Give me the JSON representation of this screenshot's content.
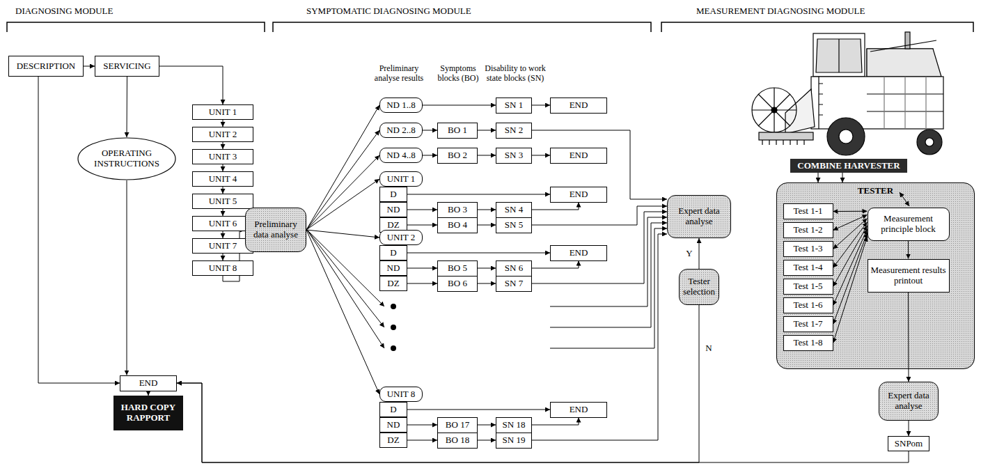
{
  "diagram": {
    "nodes": [
      {
        "text": [
          "DESCRIPTION"
        ]
      },
      {
        "text": [
          "SERVICING"
        ]
      },
      {
        "text": [
          "OPERATING INSTRUCTIONS"
        ]
      },
      {
        "text": [
          "UNIT 1"
        ]
      },
      {
        "text": [
          "UNIT 2"
        ]
      },
      {
        "text": [
          "UNIT 3"
        ]
      },
      {
        "text": [
          "UNIT 4"
        ]
      },
      {
        "text": [
          "UNIT 5"
        ]
      },
      {
        "text": [
          "UNIT 6"
        ]
      },
      {
        "text": [
          "UNIT 7"
        ]
      },
      {
        "text": [
          "UNIT 8"
        ]
      },
      {
        "text": [
          "END"
        ]
      },
      {
        "text": [
          "HARD COPY RAPPORT"
        ]
      },
      {
        "text": [
          "Preliminary data analyse"
        ]
      },
      {
        "text": [
          "ND 1..8"
        ]
      },
      {
        "text": [
          "ND 2..8"
        ]
      },
      {
        "text": [
          "ND 4..8"
        ]
      },
      {
        "text": [
          "UNIT 1"
        ]
      },
      {
        "text": [
          "D"
        ]
      },
      {
        "text": [
          "ND"
        ]
      },
      {
        "text": [
          "DZ"
        ]
      },
      {
        "text": [
          "UNIT 2"
        ]
      },
      {
        "text": [
          "D"
        ]
      },
      {
        "text": [
          "ND"
        ]
      },
      {
        "text": [
          "DZ"
        ]
      },
      {
        "text": [
          "UNIT 8"
        ]
      },
      {
        "text": [
          "D"
        ]
      },
      {
        "text": [
          "ND"
        ]
      },
      {
        "text": [
          "DZ"
        ]
      },
      {
        "text": [
          "BO 1"
        ]
      },
      {
        "text": [
          "BO 2"
        ]
      },
      {
        "text": [
          "BO 3"
        ]
      },
      {
        "text": [
          "BO 4"
        ]
      },
      {
        "text": [
          "BO 5"
        ]
      },
      {
        "text": [
          "BO 6"
        ]
      },
      {
        "text": [
          "BO 17"
        ]
      },
      {
        "text": [
          "BO 18"
        ]
      },
      {
        "text": [
          "SN 1"
        ]
      },
      {
        "text": [
          "SN 2"
        ]
      },
      {
        "text": [
          "SN 3"
        ]
      },
      {
        "text": [
          "SN 4"
        ]
      },
      {
        "text": [
          "SN 5"
        ]
      },
      {
        "text": [
          "SN 6"
        ]
      },
      {
        "text": [
          "SN 7"
        ]
      },
      {
        "text": [
          "SN 18"
        ]
      },
      {
        "text": [
          "SN 19"
        ]
      },
      {
        "text": [
          "END"
        ]
      },
      {
        "text": [
          "END"
        ]
      },
      {
        "text": [
          "END"
        ]
      },
      {
        "text": [
          "END"
        ]
      },
      {
        "text": [
          "END"
        ]
      },
      {
        "text": [
          "Expert data analyse"
        ]
      },
      {
        "text": [
          "Tester selection"
        ]
      },
      {
        "text": [
          "COMBINE HARVESTER"
        ]
      },
      {
        "text": [
          "TESTER"
        ]
      },
      {
        "text": [
          "Test 1-1"
        ],
        "in": 54
      },
      {
        "text": [
          "Test 1-2"
        ],
        "in": 54
      },
      {
        "text": [
          "Test 1-3"
        ],
        "in": 54
      },
      {
        "text": [
          "Test 1-4"
        ],
        "in": 54
      },
      {
        "text": [
          "Test 1-5"
        ],
        "in": 54
      },
      {
        "text": [
          "Test 1-6"
        ],
        "in": 54
      },
      {
        "text": [
          "Test 1-7"
        ],
        "in": 54
      },
      {
        "text": [
          "Test 1-8"
        ],
        "in": 54
      },
      {
        "text": [
          "Measurement principle block"
        ],
        "in": 54
      },
      {
        "text": [
          "Measurement results printout"
        ],
        "in": 54
      },
      {
        "text": [
          "Expert data analyse"
        ]
      },
      {
        "text": [
          "SNPom"
        ]
      }
    ],
    "edges": [
      {
        "from": 0,
        "to": 1,
        "arrow": "to"
      },
      {
        "from": 0,
        "to": 11,
        "arrow": "to"
      },
      {
        "from": 1,
        "to": 2,
        "arrow": "to"
      },
      {
        "from": 2,
        "to": 11,
        "arrow": "to"
      },
      {
        "from": 1,
        "to": 3,
        "arrow": "to"
      },
      {
        "from": 3,
        "to": 4,
        "arrow": "to"
      },
      {
        "from": 4,
        "to": 5,
        "arrow": "to"
      },
      {
        "from": 5,
        "to": 6,
        "arrow": "to"
      },
      {
        "from": 6,
        "to": 7,
        "arrow": "to"
      },
      {
        "from": 7,
        "to": 8,
        "arrow": "to"
      },
      {
        "from": 8,
        "to": 9,
        "arrow": "to"
      },
      {
        "from": 9,
        "to": 10,
        "arrow": "to"
      },
      {
        "from": 10,
        "to": 13,
        "arrow": "to"
      },
      {
        "from": 11,
        "to": 12,
        "arrow": "to"
      },
      {
        "from": 13,
        "to": 14,
        "arrow": "to"
      },
      {
        "from": 13,
        "to": 15,
        "arrow": "to"
      },
      {
        "from": 13,
        "to": 16,
        "arrow": "to"
      },
      {
        "from": 13,
        "to": 17,
        "arrow": "to"
      },
      {
        "from": 13,
        "to": 21,
        "arrow": "to"
      },
      {
        "from": 13,
        "to": 25,
        "arrow": "to"
      },
      {
        "from": 14,
        "to": 37,
        "arrow": "to"
      },
      {
        "from": 37,
        "to": 46,
        "arrow": "to"
      },
      {
        "from": 15,
        "to": 29,
        "arrow": "to"
      },
      {
        "from": 29,
        "to": 38,
        "arrow": "to"
      },
      {
        "from": 38,
        "to": 51,
        "arrow": "to"
      },
      {
        "from": 16,
        "to": 30,
        "arrow": "to"
      },
      {
        "from": 30,
        "to": 39,
        "arrow": "to"
      },
      {
        "from": 39,
        "to": 47,
        "arrow": "to"
      },
      {
        "from": 18,
        "to": 48,
        "arrow": "to"
      },
      {
        "from": 19,
        "to": 31,
        "arrow": "to"
      },
      {
        "from": 31,
        "to": 40,
        "arrow": "to"
      },
      {
        "from": 40,
        "to": 48,
        "arrow": "to"
      },
      {
        "from": 20,
        "to": 32,
        "arrow": "to"
      },
      {
        "from": 32,
        "to": 41,
        "arrow": "to"
      },
      {
        "from": 41,
        "to": 51,
        "arrow": "to"
      },
      {
        "from": 22,
        "to": 49,
        "arrow": "to"
      },
      {
        "from": 23,
        "to": 33,
        "arrow": "to"
      },
      {
        "from": 33,
        "to": 42,
        "arrow": "to"
      },
      {
        "from": 42,
        "to": 49,
        "arrow": "to"
      },
      {
        "from": 24,
        "to": 34,
        "arrow": "to"
      },
      {
        "from": 34,
        "to": 43,
        "arrow": "to"
      },
      {
        "from": 43,
        "to": 51,
        "arrow": "to"
      },
      {
        "from": 26,
        "to": 50,
        "arrow": "to"
      },
      {
        "from": 27,
        "to": 35,
        "arrow": "to"
      },
      {
        "from": 35,
        "to": 44,
        "arrow": "to"
      },
      {
        "from": 44,
        "to": 50,
        "arrow": "to"
      },
      {
        "from": 28,
        "to": 36,
        "arrow": "to"
      },
      {
        "from": 36,
        "to": 45,
        "arrow": "to"
      },
      {
        "from": 45,
        "to": 51,
        "arrow": "to"
      },
      {
        "from": 52,
        "to": 51,
        "label": "Y",
        "arrow": "to"
      },
      {
        "from": 52,
        "to": 11,
        "label": "N",
        "arrow": "to"
      },
      {
        "from": 53,
        "to": 54,
        "arrow": "to"
      },
      {
        "from": 53,
        "to": 54,
        "arrow": "to"
      },
      {
        "from": 55,
        "to": 63,
        "arrow": "both"
      },
      {
        "from": 56,
        "to": 63,
        "arrow": "both"
      },
      {
        "from": 57,
        "to": 63,
        "arrow": "both"
      },
      {
        "from": 58,
        "to": 63,
        "arrow": "both"
      },
      {
        "from": 59,
        "to": 63,
        "arrow": "both"
      },
      {
        "from": 60,
        "to": 63,
        "arrow": "both"
      },
      {
        "from": 61,
        "to": 63,
        "arrow": "both"
      },
      {
        "from": 62,
        "to": 63,
        "arrow": "both"
      },
      {
        "from": 63,
        "to": 64,
        "arrow": "to"
      },
      {
        "from": 64,
        "to": 65,
        "arrow": "to"
      },
      {
        "from": 65,
        "to": 66,
        "arrow": "to"
      },
      {
        "from": 66,
        "to": 11,
        "arrow": "to"
      }
    ],
    "labels": [
      "DIAGNOSING MODULE",
      "SYMPTOMATIC DIAGNOSING MODULE",
      "MEASUREMENT DIAGNOSING MODULE",
      "Preliminary analyse results",
      "Symptoms blocks (BO)",
      "Disability to work state blocks (SN)"
    ]
  }
}
